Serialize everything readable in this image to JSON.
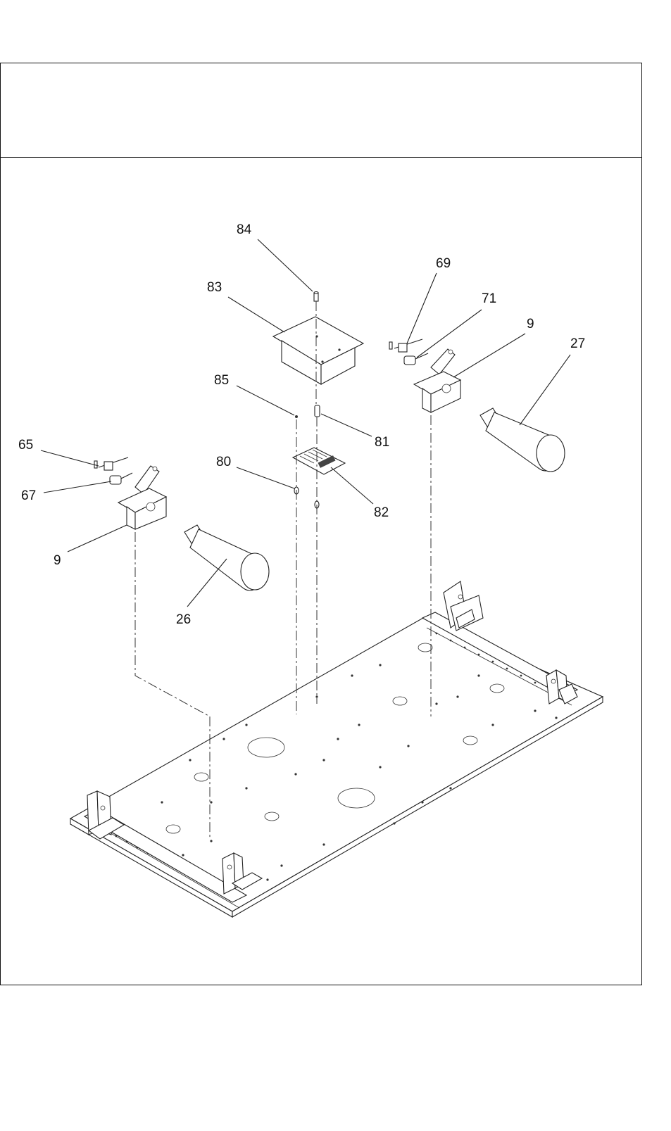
{
  "callouts": {
    "c84": "84",
    "c83": "83",
    "c69": "69",
    "c71": "71",
    "c9_right": "9",
    "c27": "27",
    "c85": "85",
    "c81": "81",
    "c65": "65",
    "c80": "80",
    "c67": "67",
    "c82": "82",
    "c9_left": "9",
    "c26": "26"
  }
}
